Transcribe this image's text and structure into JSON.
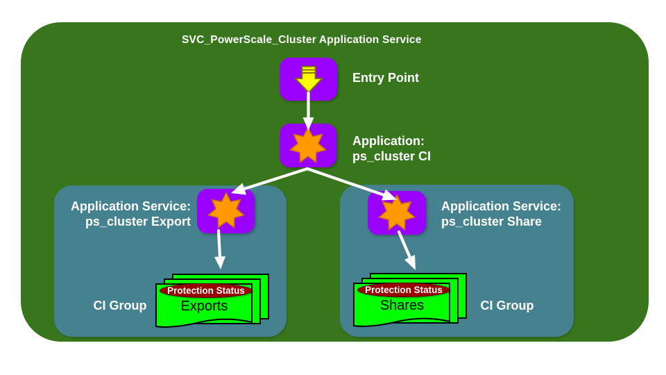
{
  "diagram": {
    "title": "SVC_PowerScale_Cluster Application Service",
    "entry": {
      "label": "Entry Point"
    },
    "application": {
      "label_line1": "Application:",
      "label_line2": "ps_cluster CI"
    },
    "groups": [
      {
        "label_line1": "Application Service:",
        "label_line2": "ps_cluster Export",
        "ci_label": "CI Group",
        "status_label": "Protection Status",
        "doc_label": "Exports"
      },
      {
        "label_line1": "Application Service:",
        "label_line2": "ps_cluster Share",
        "ci_label": "CI Group",
        "status_label": "Protection Status",
        "doc_label": "Shares"
      }
    ],
    "colors": {
      "outer_bg": "#38761d",
      "group_bg": "#45818e",
      "node_bg": "#9900ff",
      "icon_star": "#ff9900",
      "icon_star_border": "#cc7400",
      "icon_arrow": "#ffff00",
      "icon_arrow_border": "#7a7400",
      "doc_bg": "#00ff00",
      "doc_border": "#000000",
      "status_bg": "#990000",
      "status_border": "#5e0000",
      "connector": "#ffffff",
      "text_light": "#ffffff",
      "text_dark": "#000000"
    }
  }
}
